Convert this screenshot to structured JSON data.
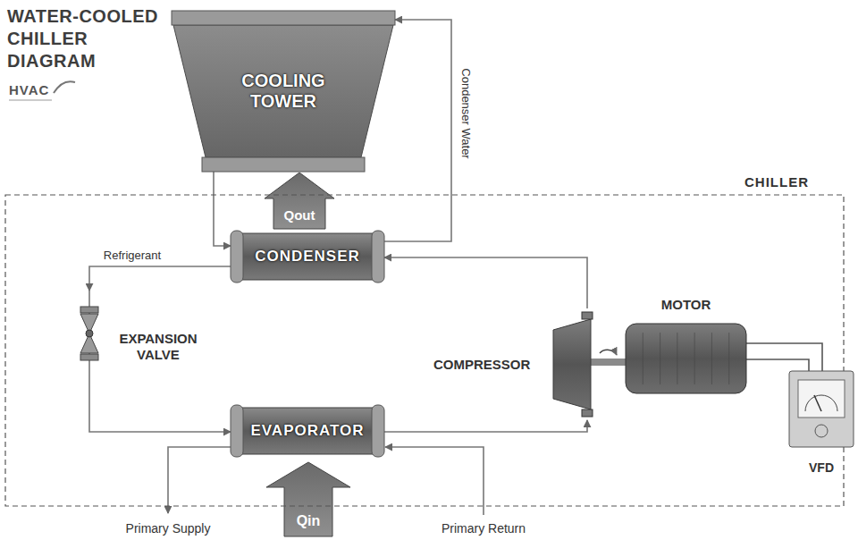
{
  "diagram": {
    "title": "WATER-COOLED CHILLER DIAGRAM",
    "nodes": [
      {
        "text": [
          "COOLING TOWER"
        ]
      },
      {
        "text": [
          "CHILLER"
        ]
      },
      {
        "text": [
          "CONDENSER"
        ],
        "in": 1
      },
      {
        "text": [
          "EXPANSION VALVE"
        ],
        "in": 1
      },
      {
        "text": [
          "COMPRESSOR"
        ],
        "in": 1
      },
      {
        "text": [
          "MOTOR"
        ],
        "in": 1
      },
      {
        "text": [
          "EVAPORATOR"
        ],
        "in": 1
      },
      {
        "text": [
          "VFD"
        ]
      }
    ],
    "edges": [
      {
        "from": 2,
        "to": 3,
        "arrow": "to",
        "label": "Refrigerant"
      },
      {
        "from": 3,
        "to": 6,
        "arrow": "to"
      },
      {
        "from": 6,
        "to": 4,
        "arrow": "to"
      },
      {
        "from": 4,
        "to": 2,
        "arrow": "to"
      },
      {
        "from": 0,
        "to": 2,
        "arrow": "to"
      },
      {
        "from": 2,
        "to": 0,
        "arrow": "to",
        "label": "Condenser Water"
      },
      {
        "from": 4,
        "to": 5,
        "arrow": "none"
      },
      {
        "from": 5,
        "to": 7,
        "arrow": "none"
      }
    ],
    "labels": [
      "HVAC",
      "Qout",
      "Qin",
      "Primary Supply",
      "Primary Return"
    ]
  }
}
